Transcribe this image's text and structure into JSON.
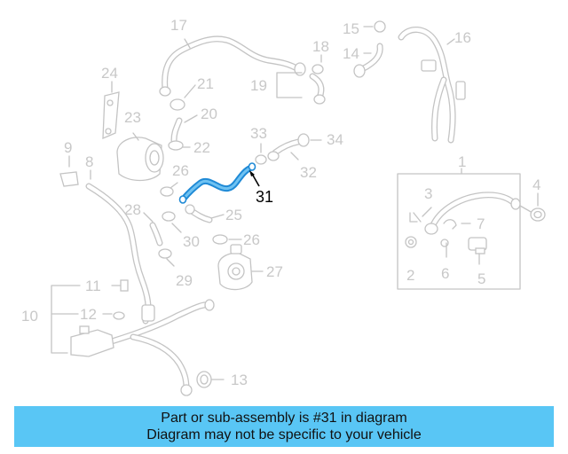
{
  "diagram": {
    "labels": [
      "1",
      "2",
      "3",
      "4",
      "5",
      "6",
      "7",
      "8",
      "9",
      "10",
      "11",
      "12",
      "13",
      "14",
      "15",
      "16",
      "17",
      "18",
      "19",
      "20",
      "21",
      "22",
      "23",
      "24",
      "25",
      "26",
      "26",
      "27",
      "28",
      "29",
      "30",
      "31",
      "32",
      "33",
      "34"
    ],
    "highlighted_label": "31",
    "highlight_color": "#1f8ad6",
    "ghost_color": "#c8c8c8"
  },
  "banner": {
    "line1": "Part or sub-assembly is #31 in diagram",
    "line2": "Diagram may not be specific to your vehicle",
    "background": "#59c6f5"
  }
}
